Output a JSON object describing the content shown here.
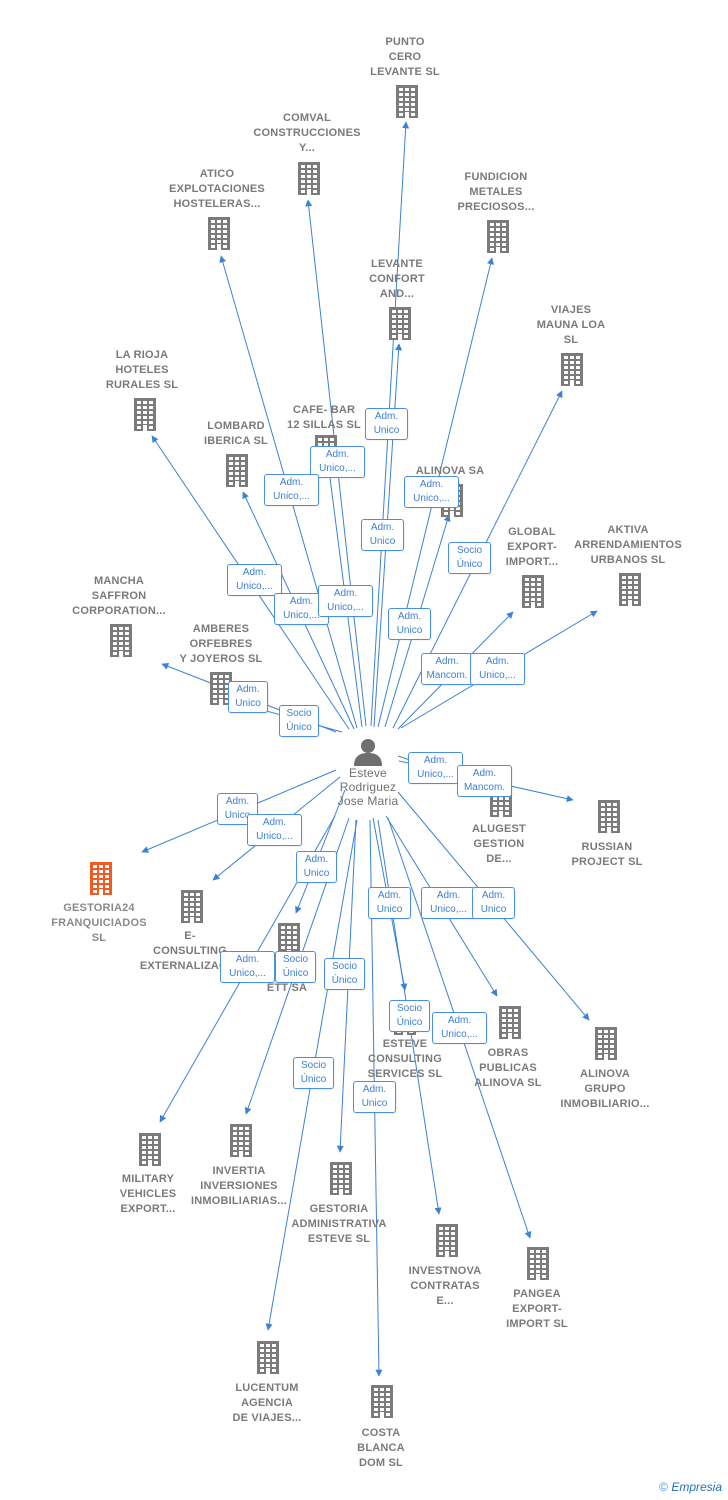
{
  "colors": {
    "edge": "#3b82d4",
    "building": "#7b7b7b",
    "focus_building": "#f15a24",
    "person": "#6f6f6f",
    "label_box_border": "#4a90e2"
  },
  "center": {
    "label": "Esteve\nRodriguez\nJose Maria",
    "icon": "person-icon"
  },
  "companies": [
    {
      "id": "punto-cero",
      "label": "PUNTO\nCERO\nLEVANTE SL"
    },
    {
      "id": "comval",
      "label": "COMVAL\nCONSTRUCCIONES\nY..."
    },
    {
      "id": "fundicion",
      "label": "FUNDICION\nMETALES\nPRECIOSOS..."
    },
    {
      "id": "atico",
      "label": "ATICO\nEXPLOTACIONES\nHOSTELERAS..."
    },
    {
      "id": "levante-confort",
      "label": "LEVANTE\nCONFORT\nAND..."
    },
    {
      "id": "viajes-mauna",
      "label": "VIAJES\nMAUNA LOA\nSL"
    },
    {
      "id": "la-rioja",
      "label": "LA RIOJA\nHOTELES\nRURALES  SL"
    },
    {
      "id": "cafe-bar",
      "label": "CAFE- BAR\n12 SILLAS  SL"
    },
    {
      "id": "lombard",
      "label": "LOMBARD\nIBERICA  SL"
    },
    {
      "id": "alinova-sa",
      "label": "ALINOVA SA"
    },
    {
      "id": "global-export",
      "label": "GLOBAL\nEXPORT-\nIMPORT..."
    },
    {
      "id": "aktiva",
      "label": "AKTIVA\nARRENDAMIENTOS\nURBANOS  SL"
    },
    {
      "id": "mancha",
      "label": "MANCHA\nSAFFRON\nCORPORATION..."
    },
    {
      "id": "amberes",
      "label": "AMBERES\nORFEBRES\nY JOYEROS  SL"
    },
    {
      "id": "alugest",
      "label": "ALUGEST\nGESTION\nDE..."
    },
    {
      "id": "russian",
      "label": "RUSSIAN\nPROJECT SL"
    },
    {
      "id": "gestoria24",
      "label": "GESTORIA24\nFRANQUICIADOS\nSL",
      "focus": true
    },
    {
      "id": "e-consulting",
      "label": "E-\nCONSULTING\nEXTERNALIZACI..."
    },
    {
      "id": "ett",
      "label": "ETT SA"
    },
    {
      "id": "esteve-consulting",
      "label": "ESTEVE\nCONSULTING\nSERVICES SL"
    },
    {
      "id": "obras-publicas",
      "label": "OBRAS\nPUBLICAS\nALINOVA  SL"
    },
    {
      "id": "alinova-grupo",
      "label": "ALINOVA\nGRUPO\nINMOBILIARIO..."
    },
    {
      "id": "military",
      "label": "MILITARY\nVEHICLES\nEXPORT..."
    },
    {
      "id": "invertia",
      "label": "INVERTIA\nINVERSIONES\nINMOBILIARIAS..."
    },
    {
      "id": "gestoria-adm",
      "label": "GESTORIA\nADMINISTRATIVA\nESTEVE  SL"
    },
    {
      "id": "investnova",
      "label": "INVESTNOVA\nCONTRATAS\nE..."
    },
    {
      "id": "pangea",
      "label": "PANGEA\nEXPORT-\nIMPORT  SL"
    },
    {
      "id": "lucentum",
      "label": "LUCENTUM\nAGENCIA\nDE VIAJES..."
    },
    {
      "id": "costa-blanca",
      "label": "COSTA\nBLANCA\nDOM  SL"
    }
  ],
  "relations": [
    {
      "target": "punto-cero",
      "label": "Adm.\nUnico"
    },
    {
      "target": "comval",
      "label": "Adm.\nUnico,..."
    },
    {
      "target": "fundicion",
      "label": "Adm.\nUnico,..."
    },
    {
      "target": "atico",
      "label": "Adm.\nUnico,..."
    },
    {
      "target": "levante-confort",
      "label": "Adm.\nUnico"
    },
    {
      "target": "viajes-mauna",
      "label": "Socio\nÚnico"
    },
    {
      "target": "la-rioja",
      "label": "Adm.\nUnico,..."
    },
    {
      "target": "lombard",
      "label": "Adm.\nUnico,..."
    },
    {
      "target": "alinova-sa",
      "label": "Adm.\nUnico,..."
    },
    {
      "target": "cafe-bar",
      "label": "Adm.\nUnico"
    },
    {
      "target": "global-export",
      "label": "Adm.\nMancom."
    },
    {
      "target": "aktiva",
      "label": "Adm.\nUnico,..."
    },
    {
      "target": "mancha",
      "label": "Adm.\nUnico"
    },
    {
      "target": "amberes",
      "label": "Socio\nÚnico"
    },
    {
      "target": "alugest",
      "label": "Adm.\nUnico,..."
    },
    {
      "target": "russian",
      "label": "Adm.\nMancom."
    },
    {
      "target": "gestoria24",
      "label": "Adm.\nUnico"
    },
    {
      "target": "e-consulting",
      "label": "Adm.\nUnico,..."
    },
    {
      "target": "ett",
      "label": "Adm.\nUnico"
    },
    {
      "target": "esteve-consulting",
      "label": "Adm.\nUnico"
    },
    {
      "target": "obras-publicas",
      "label": "Adm.\nUnico,..."
    },
    {
      "target": "alinova-grupo",
      "label": "Adm.\nUnico"
    },
    {
      "target": "military",
      "label": "Adm.\nUnico,..."
    },
    {
      "target": "invertia",
      "label": "Socio\nÚnico"
    },
    {
      "target": "gestoria-adm",
      "label": "Socio\nÚnico"
    },
    {
      "target": "investnova",
      "label": "Socio\nÚnico"
    },
    {
      "target": "pangea",
      "label": "Adm.\nUnico,..."
    },
    {
      "target": "lucentum",
      "label": "Socio\nÚnico"
    },
    {
      "target": "costa-blanca",
      "label": "Adm.\nUnico"
    }
  ],
  "footer": {
    "copyright": "©",
    "brand": "Empresia"
  }
}
